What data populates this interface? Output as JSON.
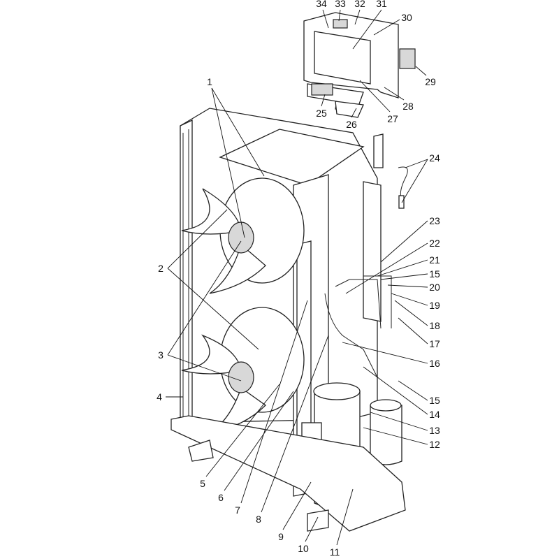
{
  "title": "Outdoor unit exploded parts diagram",
  "labels": [
    "1",
    "2",
    "3",
    "4",
    "5",
    "6",
    "7",
    "8",
    "9",
    "10",
    "11",
    "12",
    "13",
    "14",
    "15",
    "16",
    "17",
    "18",
    "19",
    "20",
    "21",
    "22",
    "23",
    "24",
    "25",
    "26",
    "27",
    "28",
    "29",
    "30",
    "31",
    "32",
    "33",
    "34"
  ],
  "callouts": {
    "c1": "1",
    "c2": "2",
    "c3": "3",
    "c4": "4",
    "c5": "5",
    "c6": "6",
    "c7": "7",
    "c8": "8",
    "c9": "9",
    "c10": "10",
    "c11": "11",
    "c12": "12",
    "c13": "13",
    "c14": "14",
    "c15a": "15",
    "c15b": "15",
    "c16": "16",
    "c17": "17",
    "c18": "18",
    "c19": "19",
    "c20": "20",
    "c21": "21",
    "c22": "22",
    "c23": "23",
    "c24": "24",
    "c25": "25",
    "c26": "26",
    "c27": "27",
    "c28": "28",
    "c29": "29",
    "c30": "30",
    "c31": "31",
    "c32": "32",
    "c33": "33",
    "c34": "34"
  }
}
